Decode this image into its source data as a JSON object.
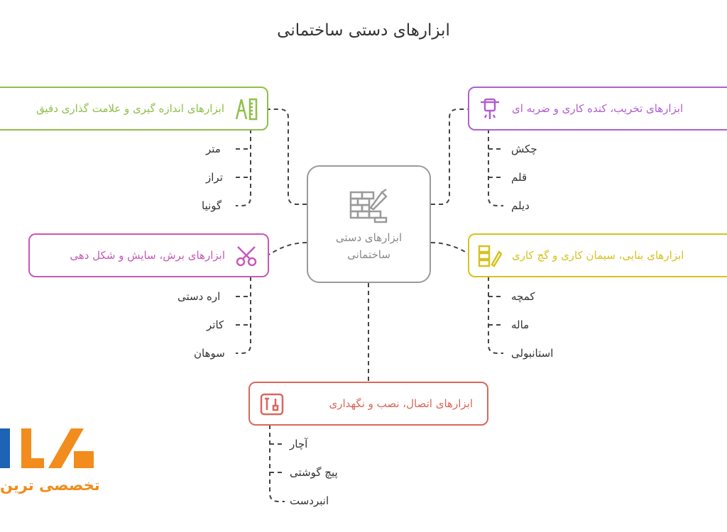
{
  "title": "ابزارهای دستی ساختمانی",
  "center": {
    "label_line1": "ابزارهای دستی",
    "label_line2": "ساختمانی"
  },
  "categories": [
    {
      "label": "ابزارهای اندازه گیری و علامت گذاری دقیق",
      "color": "#8fbf4a",
      "items": [
        "متر",
        "تراز",
        "گونیا"
      ]
    },
    {
      "label": "ابزارهای تخریب، کنده کاری و ضربه ای",
      "color": "#b25ed0",
      "items": [
        "چکش",
        "قلم",
        "دیلم"
      ]
    },
    {
      "label": "ابزارهای برش، سایش و شکل دهی",
      "color": "#c858b8",
      "items": [
        "اره دستی",
        "کاتر",
        "سوهان"
      ]
    },
    {
      "label": "ابزارهای بنایی، سیمان کاری و گچ کاری",
      "color": "#d6c21f",
      "items": [
        "کمچه",
        "ماله",
        "استانبولی"
      ]
    },
    {
      "label": "ابزارهای اتصال، نصب و نگهداری",
      "color": "#d9675d",
      "items": [
        "آچار",
        "پیچ گوشتی",
        "انبردست"
      ]
    }
  ],
  "logo": {
    "text": "تخصصی ترین",
    "primary_color": "#f28c1c",
    "secondary_color": "#1e63b4"
  },
  "icons": [
    "compass-ruler-icon",
    "jackhammer-icon",
    "scissors-cutter-icon",
    "bricks-trowel-icon",
    "wrench-screwdriver-icon",
    "brick-wall-trowel-icon"
  ]
}
